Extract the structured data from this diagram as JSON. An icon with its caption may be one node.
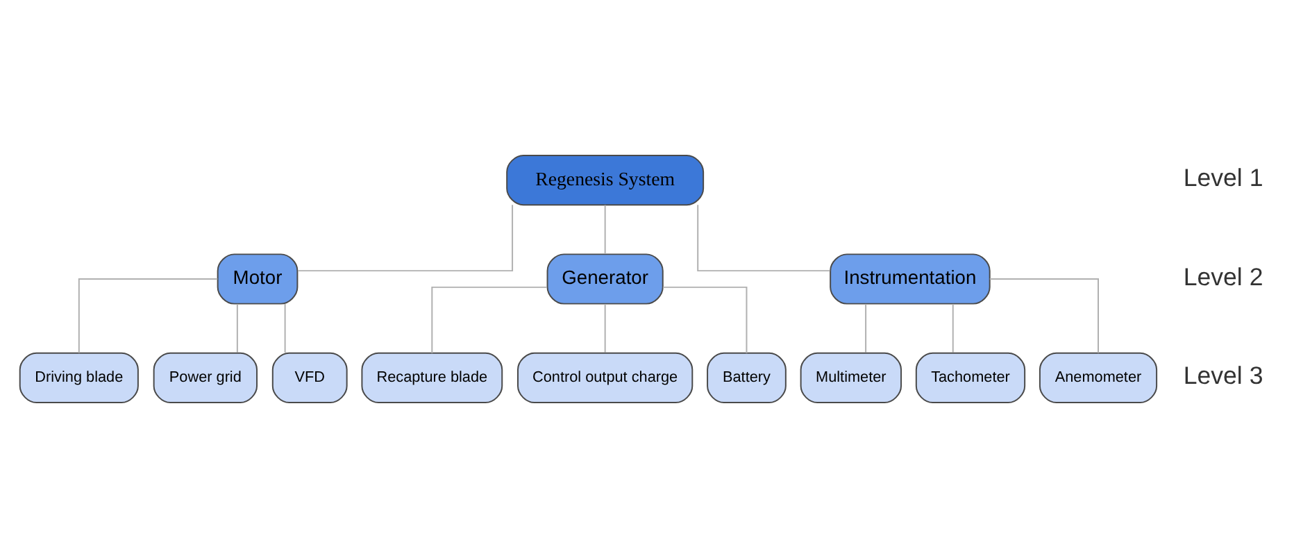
{
  "diagram": {
    "nodes": [
      {
        "text": [
          "Regenesis System"
        ]
      },
      {
        "text": [
          "Motor"
        ]
      },
      {
        "text": [
          "Generator"
        ]
      },
      {
        "text": [
          "Instrumentation"
        ]
      },
      {
        "text": [
          "Driving blade"
        ]
      },
      {
        "text": [
          "Power grid"
        ]
      },
      {
        "text": [
          "VFD"
        ]
      },
      {
        "text": [
          "Recapture blade"
        ]
      },
      {
        "text": [
          "Control output charge"
        ]
      },
      {
        "text": [
          "Battery"
        ]
      },
      {
        "text": [
          "Multimeter"
        ]
      },
      {
        "text": [
          "Tachometer"
        ]
      },
      {
        "text": [
          "Anemometer"
        ]
      }
    ],
    "edges": [
      {
        "from": 0,
        "to": 1,
        "arrow": "none"
      },
      {
        "from": 0,
        "to": 2,
        "arrow": "none"
      },
      {
        "from": 0,
        "to": 3,
        "arrow": "none"
      },
      {
        "from": 1,
        "to": 4,
        "arrow": "none"
      },
      {
        "from": 1,
        "to": 5,
        "arrow": "none"
      },
      {
        "from": 1,
        "to": 6,
        "arrow": "none"
      },
      {
        "from": 2,
        "to": 7,
        "arrow": "none"
      },
      {
        "from": 2,
        "to": 8,
        "arrow": "none"
      },
      {
        "from": 2,
        "to": 9,
        "arrow": "none"
      },
      {
        "from": 3,
        "to": 10,
        "arrow": "none"
      },
      {
        "from": 3,
        "to": 11,
        "arrow": "none"
      },
      {
        "from": 3,
        "to": 12,
        "arrow": "none"
      }
    ],
    "labels": [
      "Level 1",
      "Level 2",
      "Level 3"
    ]
  }
}
